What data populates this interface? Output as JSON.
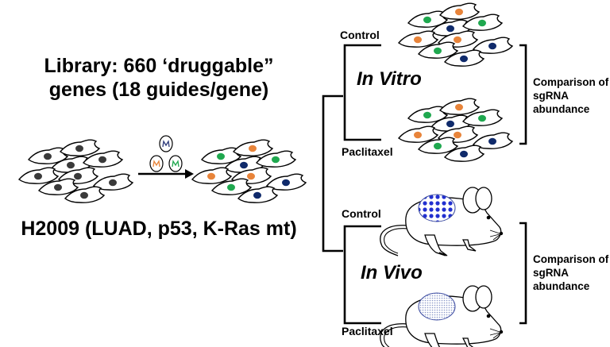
{
  "library": {
    "line1": "Library: 660 ‘druggable”",
    "line2": "genes (18 guides/gene)"
  },
  "cell_line_label": "H2009 (LUAD, p53, K-Ras mt)",
  "virus_icons": [
    {
      "label": "M",
      "color": "#2d3a7a"
    },
    {
      "label": "M",
      "color": "#e8843a"
    },
    {
      "label": "M",
      "color": "#1fa84f"
    }
  ],
  "colors": {
    "nucleus_untransduced": "#3a3a3a",
    "nucleus_green": "#1fa84f",
    "nucleus_orange": "#e8843a",
    "nucleus_navy": "#0f2a6b",
    "tumor_control": "#2230d0",
    "tumor_paclitaxel": "#8a97c9"
  },
  "in_vitro": {
    "title": "In Vitro",
    "control_label": "Control",
    "treatment_label": "Paclitaxel",
    "comparison": "Comparison of sgRNA abundance"
  },
  "in_vivo": {
    "title": "In Vivo",
    "control_label": "Control",
    "treatment_label": "Paclitaxel",
    "comparison": "Comparison of sgRNA abundance"
  }
}
